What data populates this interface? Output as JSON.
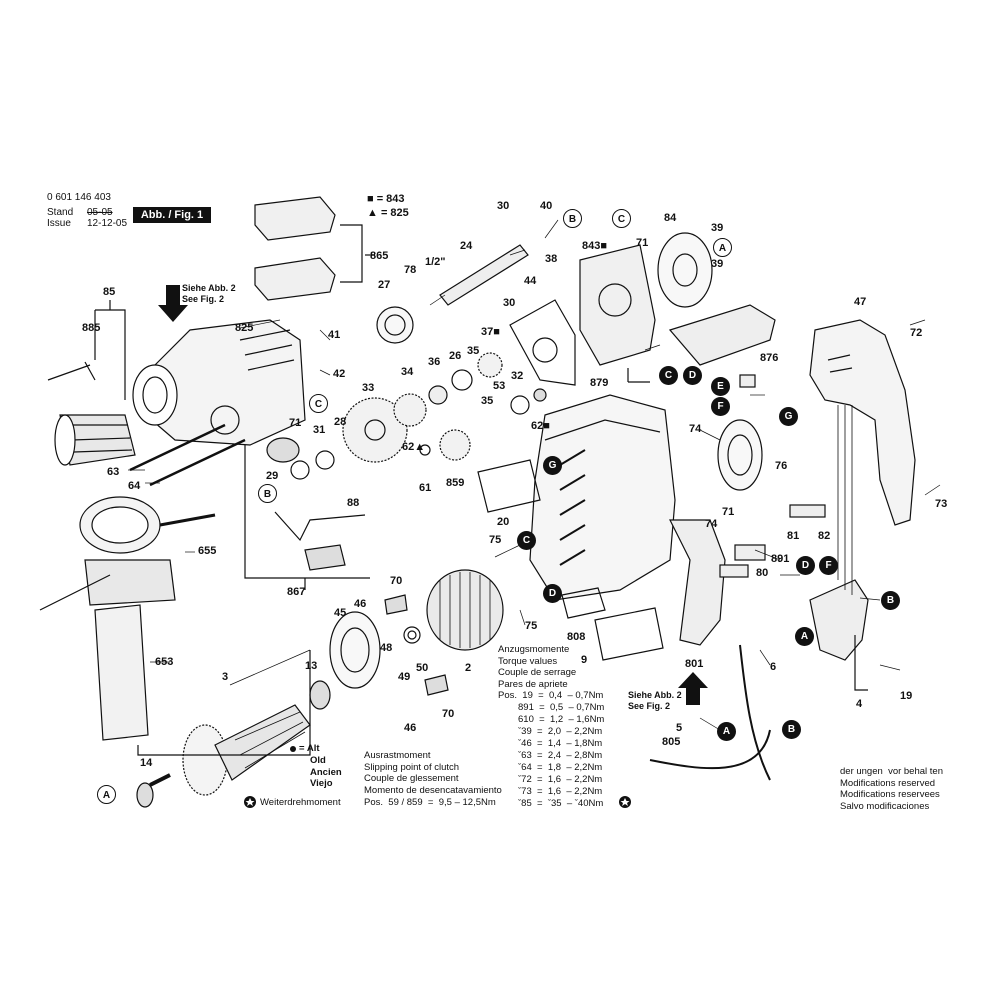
{
  "header": {
    "part_number": "0 601 146 403",
    "stand_label": "Stand",
    "issue_label": "Issue",
    "stand_date": "05-05",
    "issue_date": "12-12-05",
    "figure_label": "Abb. / Fig. 1"
  },
  "legend_top": {
    "square_ref": "= 843",
    "triangle_ref": "= 825"
  },
  "see_fig2": "Siehe Abb. 2\nSee Fig. 2",
  "alt_legend": {
    "symbol": "= Alt",
    "lines": "Old\nAncien\nViejo"
  },
  "weiterdreh": "Weiterdrehmoment",
  "torque_block": {
    "title_lines": "Anzugsmomente\nTorque values\nCouple de serrage\nPares de apriete",
    "rows": [
      "Pos.  19  =  0,4  – 0,7Nm",
      "891  =  0,5  – 0,7Nm",
      "610  =  1,2  – 1,6Nm",
      "ˇ39  =  2,0  – 2,2Nm",
      "ˇ46  =  1,4  – 1,8Nm",
      "ˇ63  =  2,4  – 2,8Nm",
      "ˇ64  =  1,8  – 2,2Nm",
      "ˇ72  =  1,6  – 2,2Nm",
      "ˇ73  =  1,6  – 2,2Nm",
      "ˇ85  =  ˇ35  – ˇ40Nm"
    ]
  },
  "clutch_block": {
    "lines": "Ausrastmoment\nSlipping point of clutch\nCouple de glessement\nMomento de desencatavamiento",
    "value": "Pos.  59 / 859  =  9,5 – 12,5Nm"
  },
  "modifications": "der ungen  vor behal ten\nModifications reserved\nModifications reservees\nSalvo modificaciones",
  "part_labels": [
    "85",
    "885",
    "63",
    "64",
    "825",
    "865",
    "41",
    "42",
    "71",
    "31",
    "29",
    "28",
    "33",
    "34",
    "36",
    "26",
    "35",
    "37■",
    "32",
    "35",
    "53",
    "62■",
    "62▲",
    "61",
    "859",
    "88",
    "867",
    "655",
    "653",
    "3",
    "13",
    "14",
    "45",
    "46",
    "48",
    "49",
    "50",
    "46",
    "70",
    "70",
    "2",
    "75",
    "75",
    "20",
    "808",
    "9",
    "801",
    "5",
    "805",
    "6",
    "24",
    "30",
    "40",
    "38",
    "44",
    "30",
    "27",
    "78",
    "1/2\"",
    "843■",
    "71",
    "84",
    "39",
    "39",
    "879",
    "47",
    "72",
    "73",
    "876",
    "74",
    "76",
    "74",
    "71",
    "82",
    "81",
    "891",
    "80",
    "4",
    "19"
  ],
  "circle_labels": [
    "B",
    "C",
    "A",
    "A",
    "B",
    "C",
    "B",
    "B",
    "C",
    "D",
    "E",
    "F",
    "G",
    "G",
    "C",
    "D",
    "A",
    "B",
    "D",
    "F",
    "E",
    "A",
    "B"
  ]
}
